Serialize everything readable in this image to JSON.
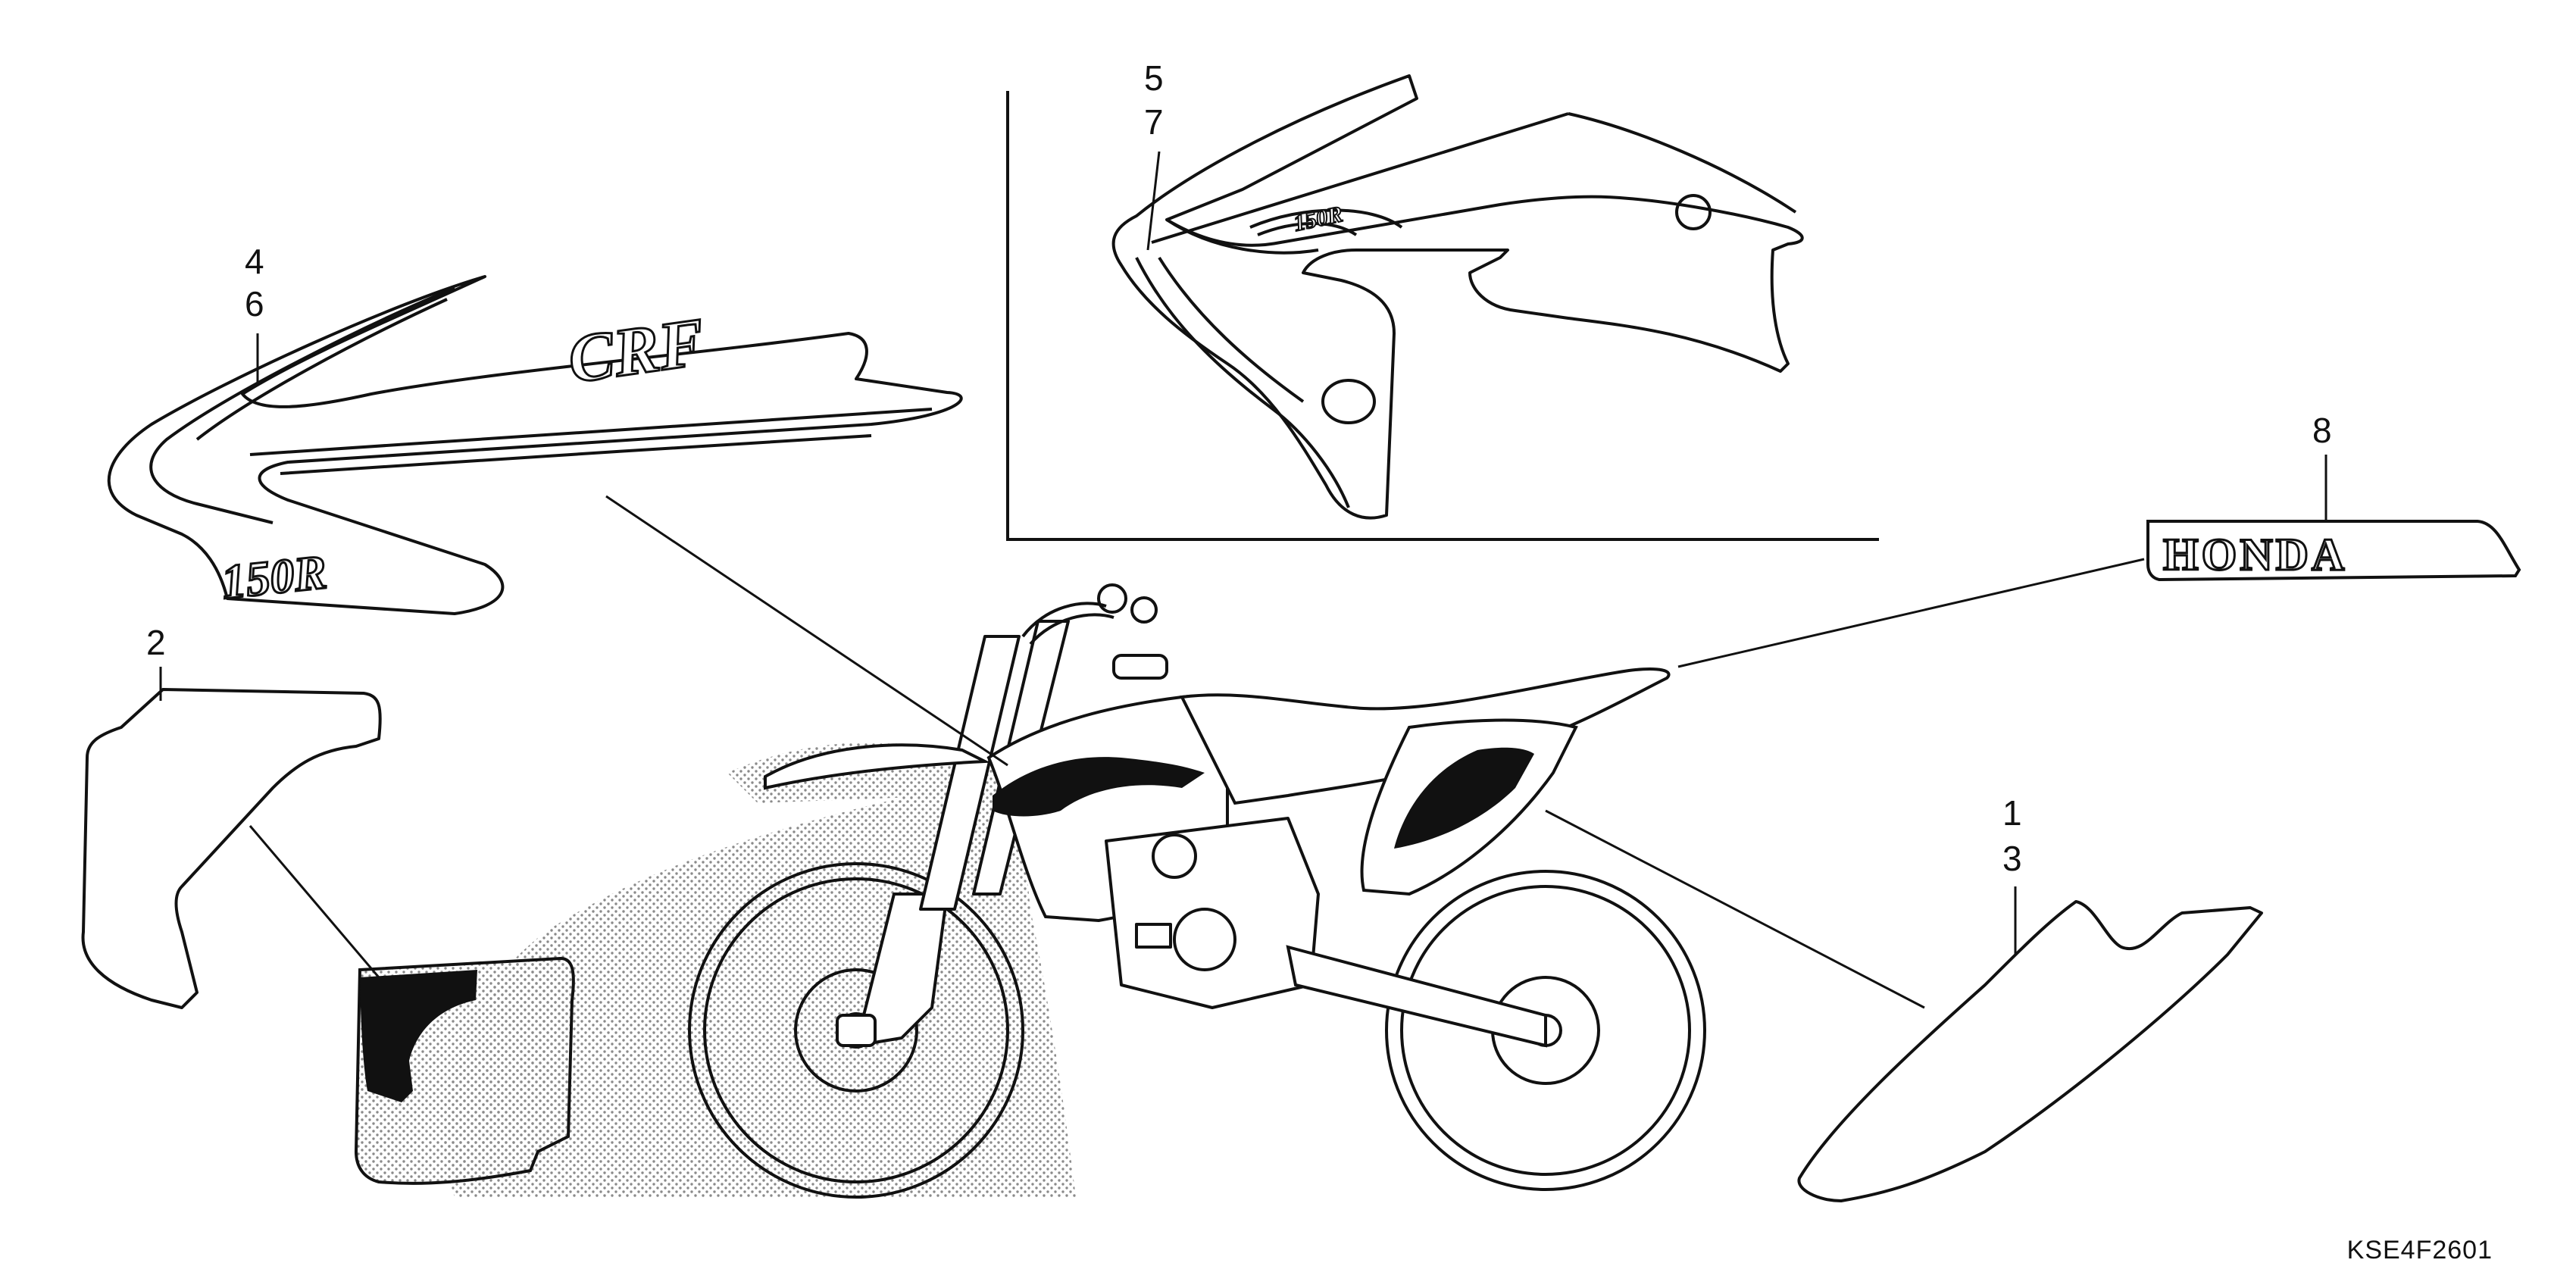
{
  "callouts": {
    "c46": [
      "4",
      "6"
    ],
    "c57": [
      "5",
      "7"
    ],
    "c2": [
      "2"
    ],
    "c13": [
      "1",
      "3"
    ],
    "c8": [
      "8"
    ]
  },
  "decal_text": {
    "model": "150R",
    "brand_small": "CRF",
    "emblem": "HONDA"
  },
  "diagram_code": "KSE4F2601",
  "colors": {
    "ink": "#111111",
    "stipple": "#9a9a9a"
  }
}
